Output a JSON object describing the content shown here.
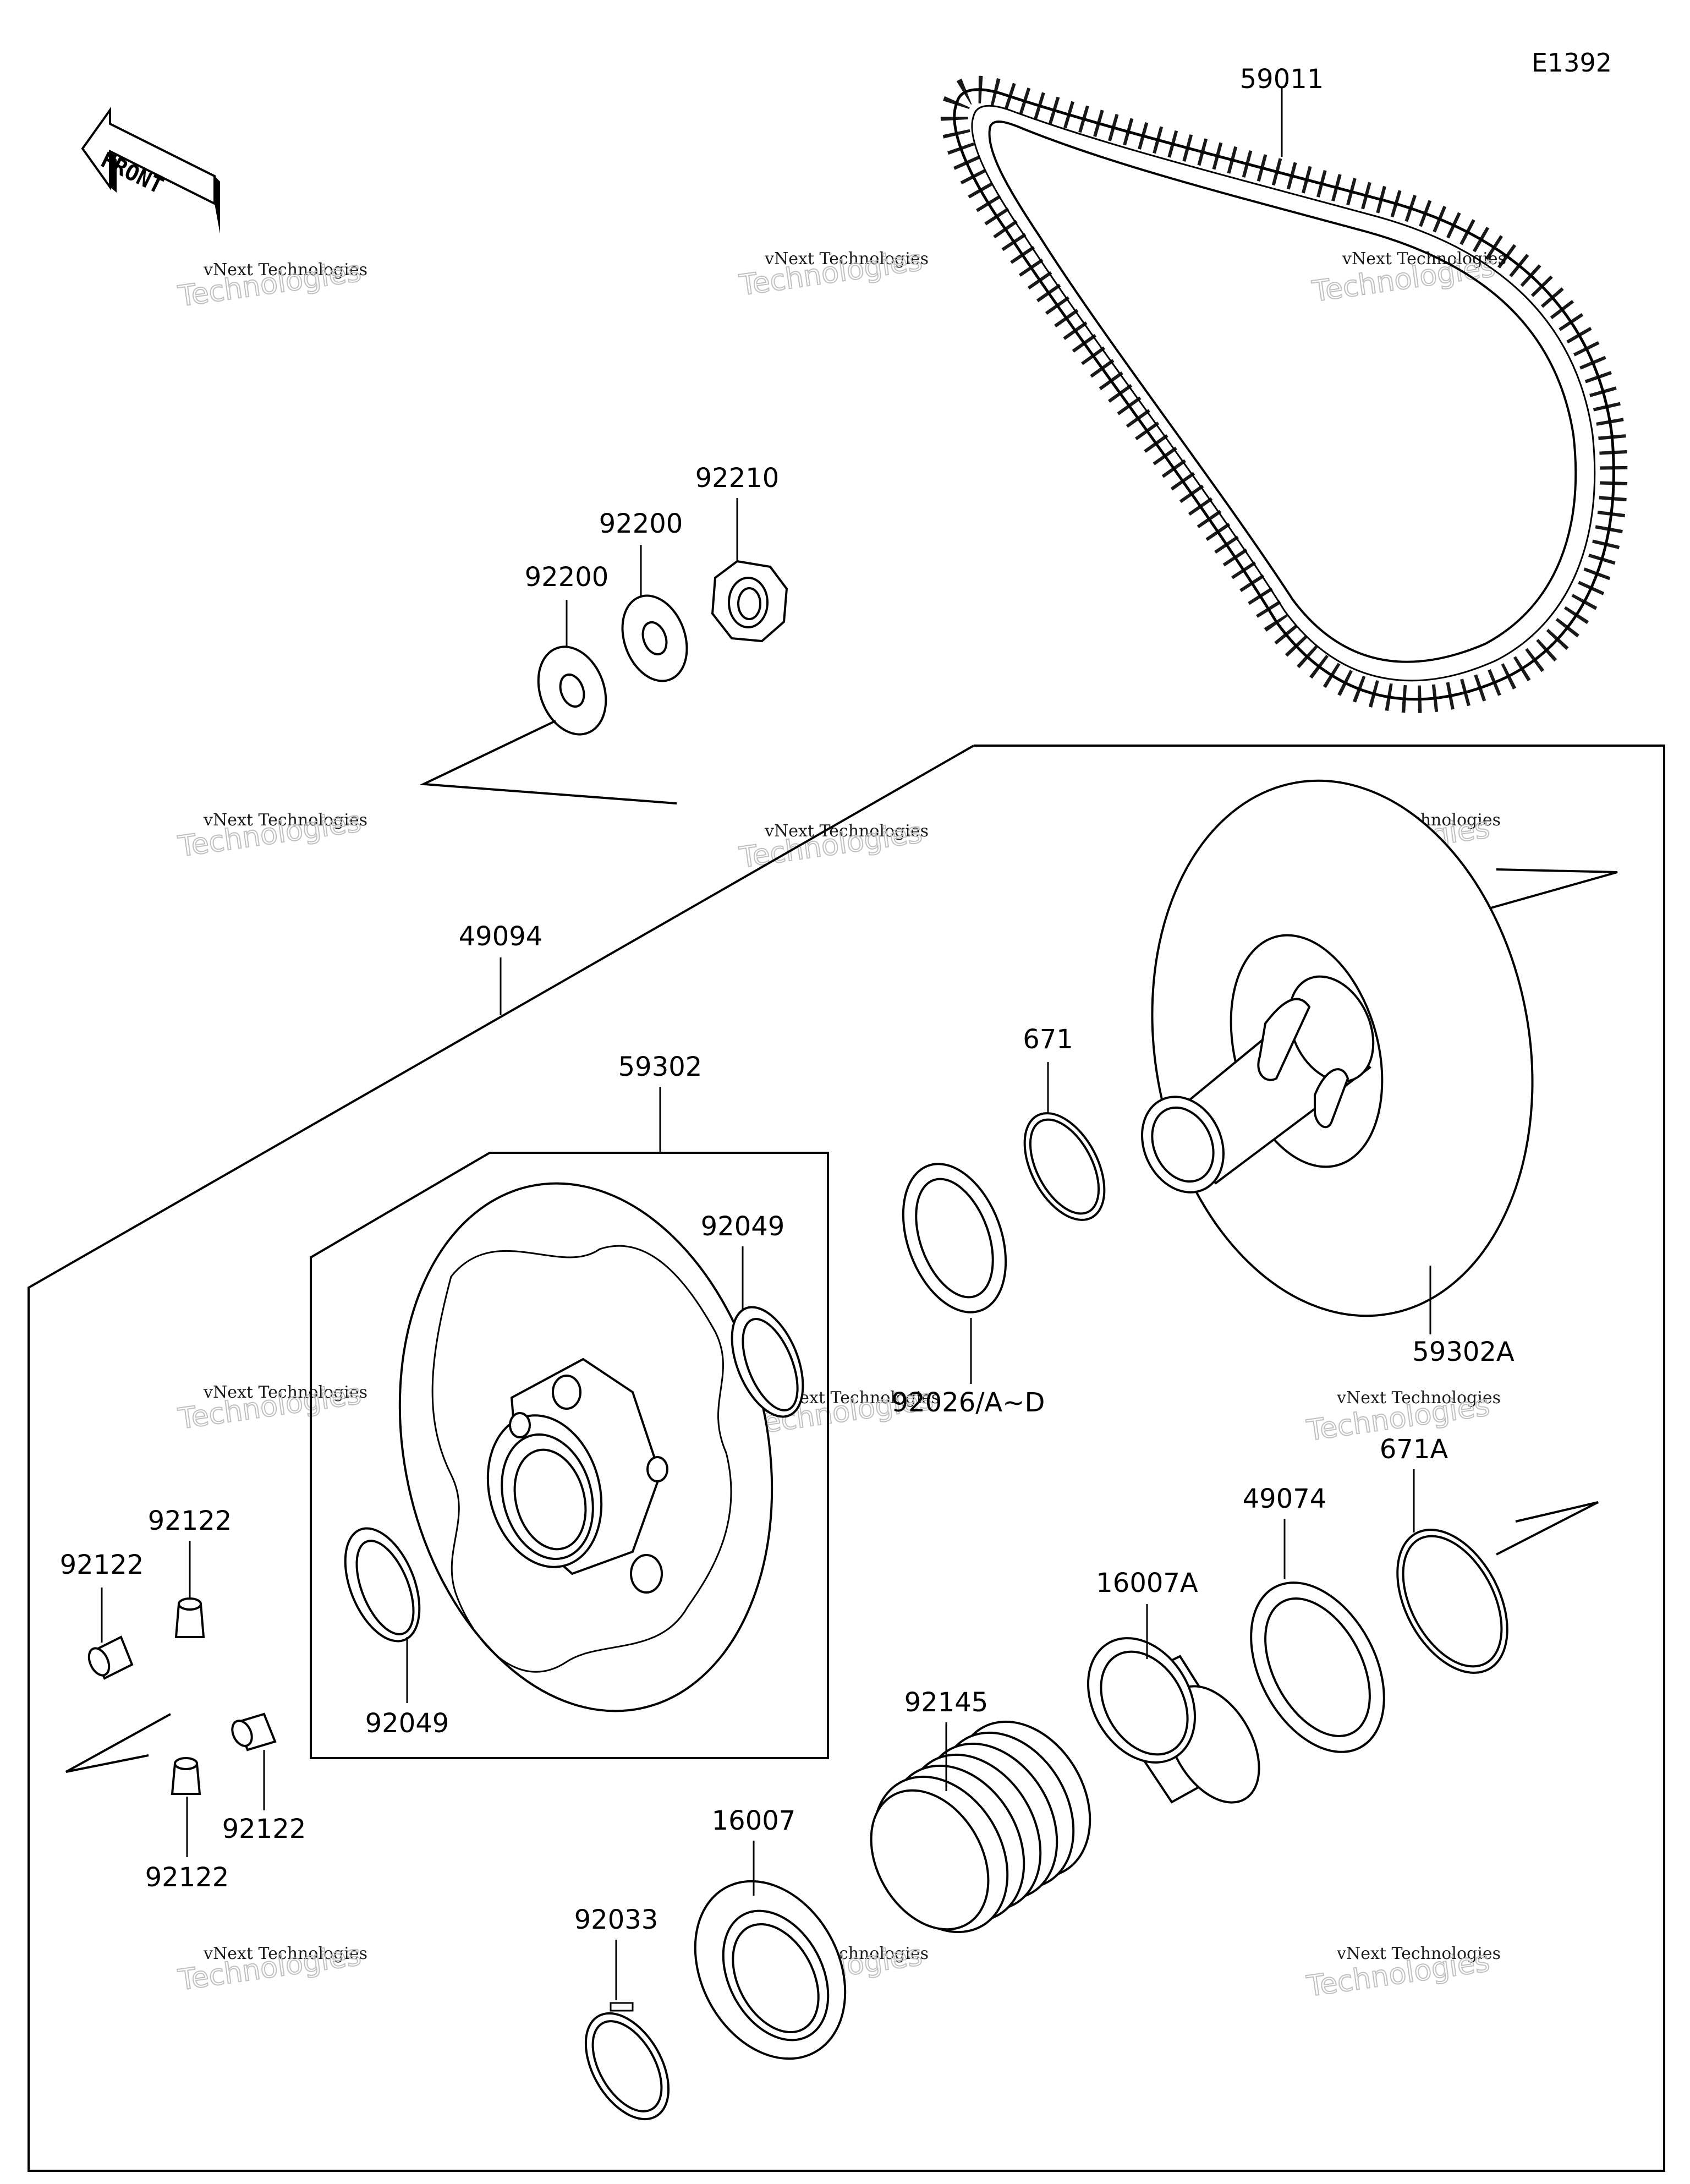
{
  "diagram": {
    "code": "E1392",
    "front_label": "FRONT",
    "watermark": {
      "line1": "vNext Technologies",
      "line2": "vNext",
      "line3": "Technologies"
    },
    "parts": {
      "p59011": "59011",
      "p92210": "92210",
      "p92200a": "92200",
      "p92200b": "92200",
      "p49094": "49094",
      "p59302": "59302",
      "p671": "671",
      "p92049a": "92049",
      "p92049b": "92049",
      "p92026": "92026/A~D",
      "p59302A": "59302A",
      "p671A": "671A",
      "p49074": "49074",
      "p16007A": "16007A",
      "p92145": "92145",
      "p16007": "16007",
      "p92033": "92033",
      "p92122a": "92122",
      "p92122b": "92122",
      "p92122c": "92122",
      "p92122d": "92122"
    }
  }
}
